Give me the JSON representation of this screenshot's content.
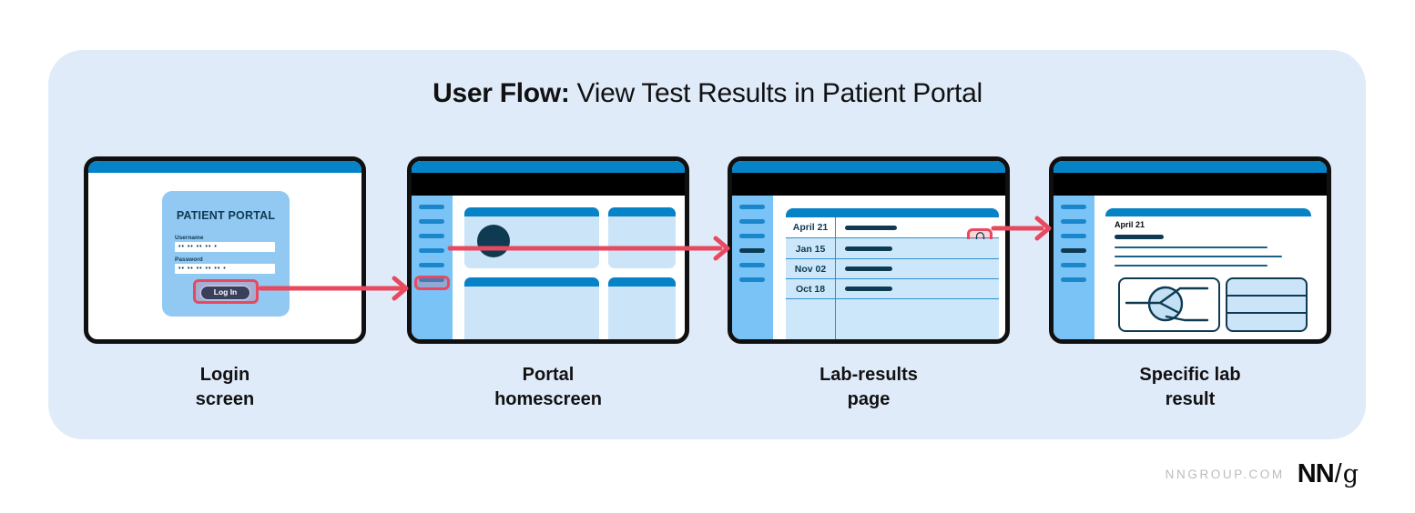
{
  "title": {
    "emphasis": "User Flow:",
    "rest": " View Test Results in Patient Portal"
  },
  "colors": {
    "accent": "#e8495f",
    "blue": "#0682c6",
    "sidebar": "#79c3f6",
    "bar": "#1a87cc",
    "navy": "#0e3a52",
    "card": "#cbe4f8",
    "row": "#cde7fa",
    "portal-card": "#92c9f3",
    "container": "#e0ebfa",
    "btn": "#3a3f5c"
  },
  "screens": [
    {
      "name": "Login screen",
      "caption": [
        "Login",
        "screen"
      ],
      "portal_title": "PATIENT PORTAL",
      "username_label": "Username",
      "username_value": "•• •• •• •• •",
      "password_label": "Password",
      "password_value": "•• •• •• •• •• •",
      "login_button": "Log In"
    },
    {
      "name": "Portal homescreen",
      "caption": [
        "Portal",
        "homescreen"
      ]
    },
    {
      "name": "Lab-results page",
      "caption": [
        "Lab-results",
        "page"
      ],
      "rows": [
        {
          "date": "April 21",
          "has_alert": true
        },
        {
          "date": "Jan 15"
        },
        {
          "date": "Nov 02"
        },
        {
          "date": "Oct 18"
        }
      ]
    },
    {
      "name": "Specific lab result",
      "caption": [
        "Specific lab",
        "result"
      ],
      "date": "April 21"
    }
  ],
  "footer": {
    "site": "NNGROUP.COM",
    "logo_nn": "NN",
    "logo_slash": "/",
    "logo_g": "g"
  }
}
